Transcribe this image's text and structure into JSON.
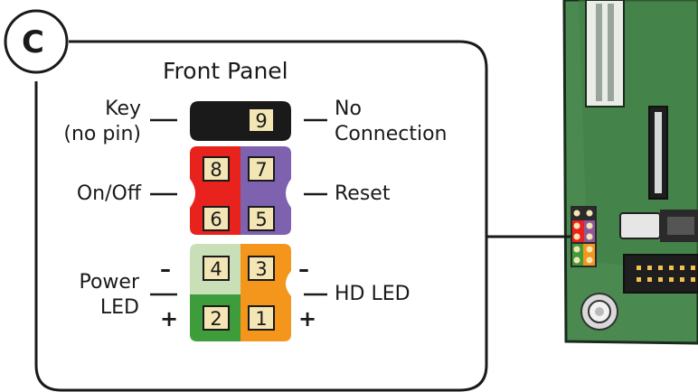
{
  "section_letter": "C",
  "title": "Front Panel",
  "labels": {
    "key": "Key",
    "no_pin": "(no pin)",
    "no": "No",
    "connection": "Connection",
    "on_off": "On/Off",
    "reset": "Reset",
    "power": "Power",
    "led": "LED",
    "hd_led": "HD LED"
  },
  "pins": [
    "9",
    "8",
    "7",
    "6",
    "5",
    "4",
    "3",
    "2",
    "1"
  ],
  "signs": {
    "minus": "–",
    "plus": "+"
  },
  "colors": {
    "key_block": "#1a1a1a",
    "power_switch": "#e8231d",
    "reset_switch": "#7e62b0",
    "power_led_top": "#c9dfb8",
    "power_led_bottom": "#3f9c3a",
    "hd_led": "#f4961c",
    "pin_box": "#f4e5b5",
    "board": "#4a8a50"
  }
}
